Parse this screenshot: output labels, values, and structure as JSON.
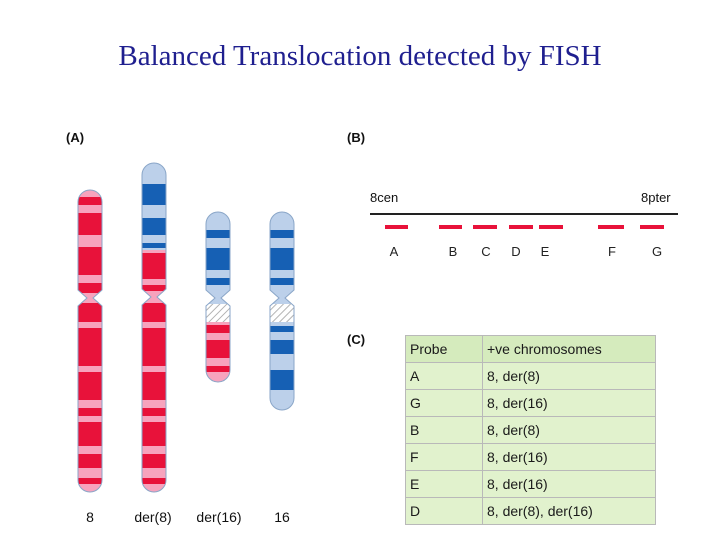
{
  "slide": {
    "title": "Balanced Translocation detected by FISH"
  },
  "panels": {
    "a": "(A)",
    "b": "(B)",
    "c": "(C)"
  },
  "colors": {
    "chr8_red": "#e8123a",
    "chr8_pink": "#f7a3bd",
    "chr16_blue": "#1660b4",
    "chr16_light": "#bcd0ea"
  },
  "chromosome_labels": [
    "8",
    "der(8)",
    "der(16)",
    "16"
  ],
  "probe_map": {
    "left_label": "8cen",
    "right_label": "8pter",
    "probes": [
      "A",
      "B",
      "C",
      "D",
      "E",
      "F",
      "G"
    ]
  },
  "table": {
    "headers": [
      "Probe",
      "+ve chromosomes"
    ],
    "rows": [
      [
        "A",
        "8, der(8)"
      ],
      [
        "G",
        "8, der(16)"
      ],
      [
        "B",
        "8, der(8)"
      ],
      [
        "F",
        "8, der(16)"
      ],
      [
        "E",
        "8, der(16)"
      ],
      [
        "D",
        "8, der(8), der(16)"
      ]
    ]
  }
}
